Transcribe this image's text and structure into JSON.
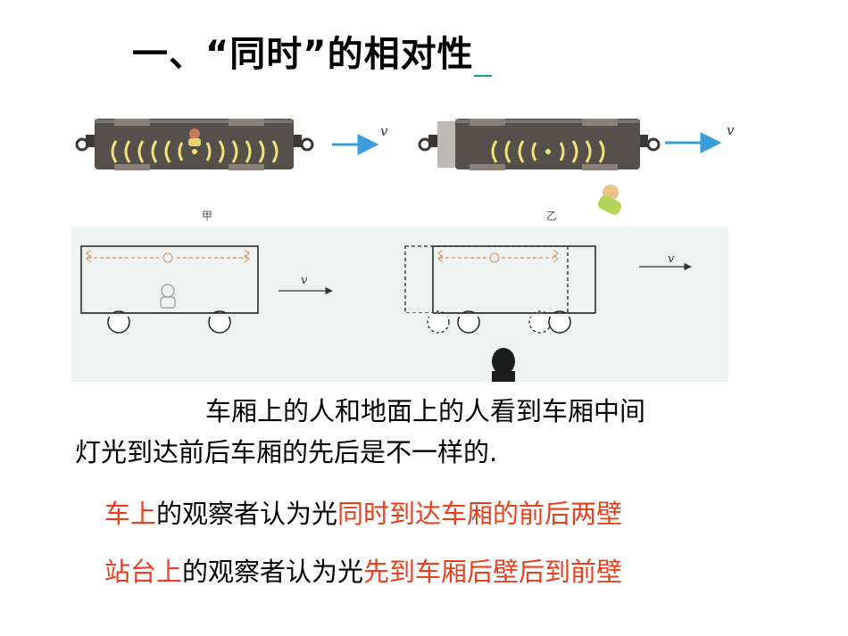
{
  "title": "一、“同时”的相对性",
  "figure": {
    "top_panel_left_label": "甲",
    "top_panel_right_label": "乙",
    "velocity_label": "v"
  },
  "paragraph": {
    "line1": "车厢上的人和地面上的人看到车厢中间",
    "line2": "灯光到达前后车厢的先后是不一样的."
  },
  "statement1": {
    "part1": "车上",
    "part2": "的观察者认为光",
    "part3": "同时到达车厢的前后两壁"
  },
  "statement2": {
    "part1": "站台上",
    "part2": "的观察者认为光",
    "part3": "先到车厢后壁后到前壁"
  },
  "colors": {
    "highlight": "#e8401c",
    "train_body": "#55504c",
    "light_rings": "#f2e27a",
    "arrow": "#3a9fd8"
  }
}
